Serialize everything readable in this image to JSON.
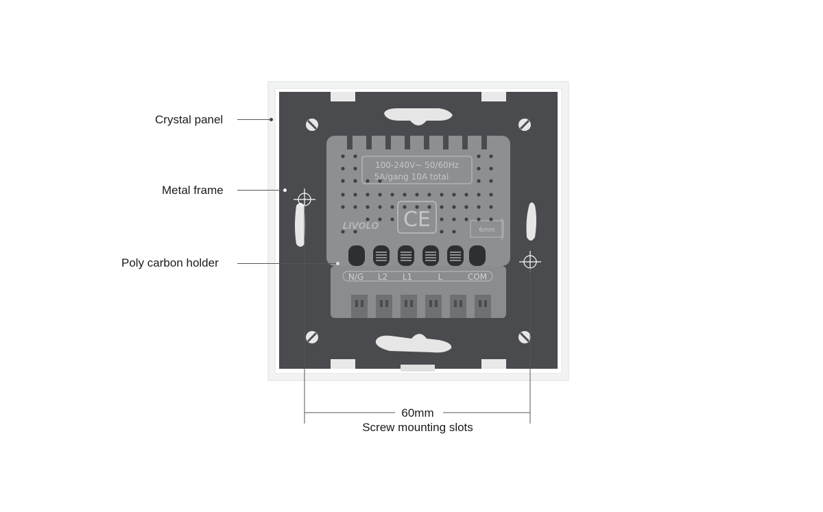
{
  "callouts": {
    "crystal_panel": "Crystal panel",
    "metal_frame": "Metal frame",
    "poly_carbon_holder": "Poly carbon holder"
  },
  "dimension": {
    "value": "60mm",
    "caption": "Screw mounting slots"
  },
  "device_markings": {
    "rating_line1": "100-240V~  50/60Hz",
    "rating_line2": "5A/gang 10A total",
    "brand": "LIVOLO",
    "cert": "CE",
    "strip_gauge": "6mm",
    "terminals": [
      "N/G",
      "L2",
      "L1",
      "L",
      "COM"
    ]
  },
  "colors": {
    "panel_glass": "#f2f3f3",
    "metal_frame": "#4a4b4f",
    "holder": "#8e8f91",
    "leader": "#555555"
  }
}
